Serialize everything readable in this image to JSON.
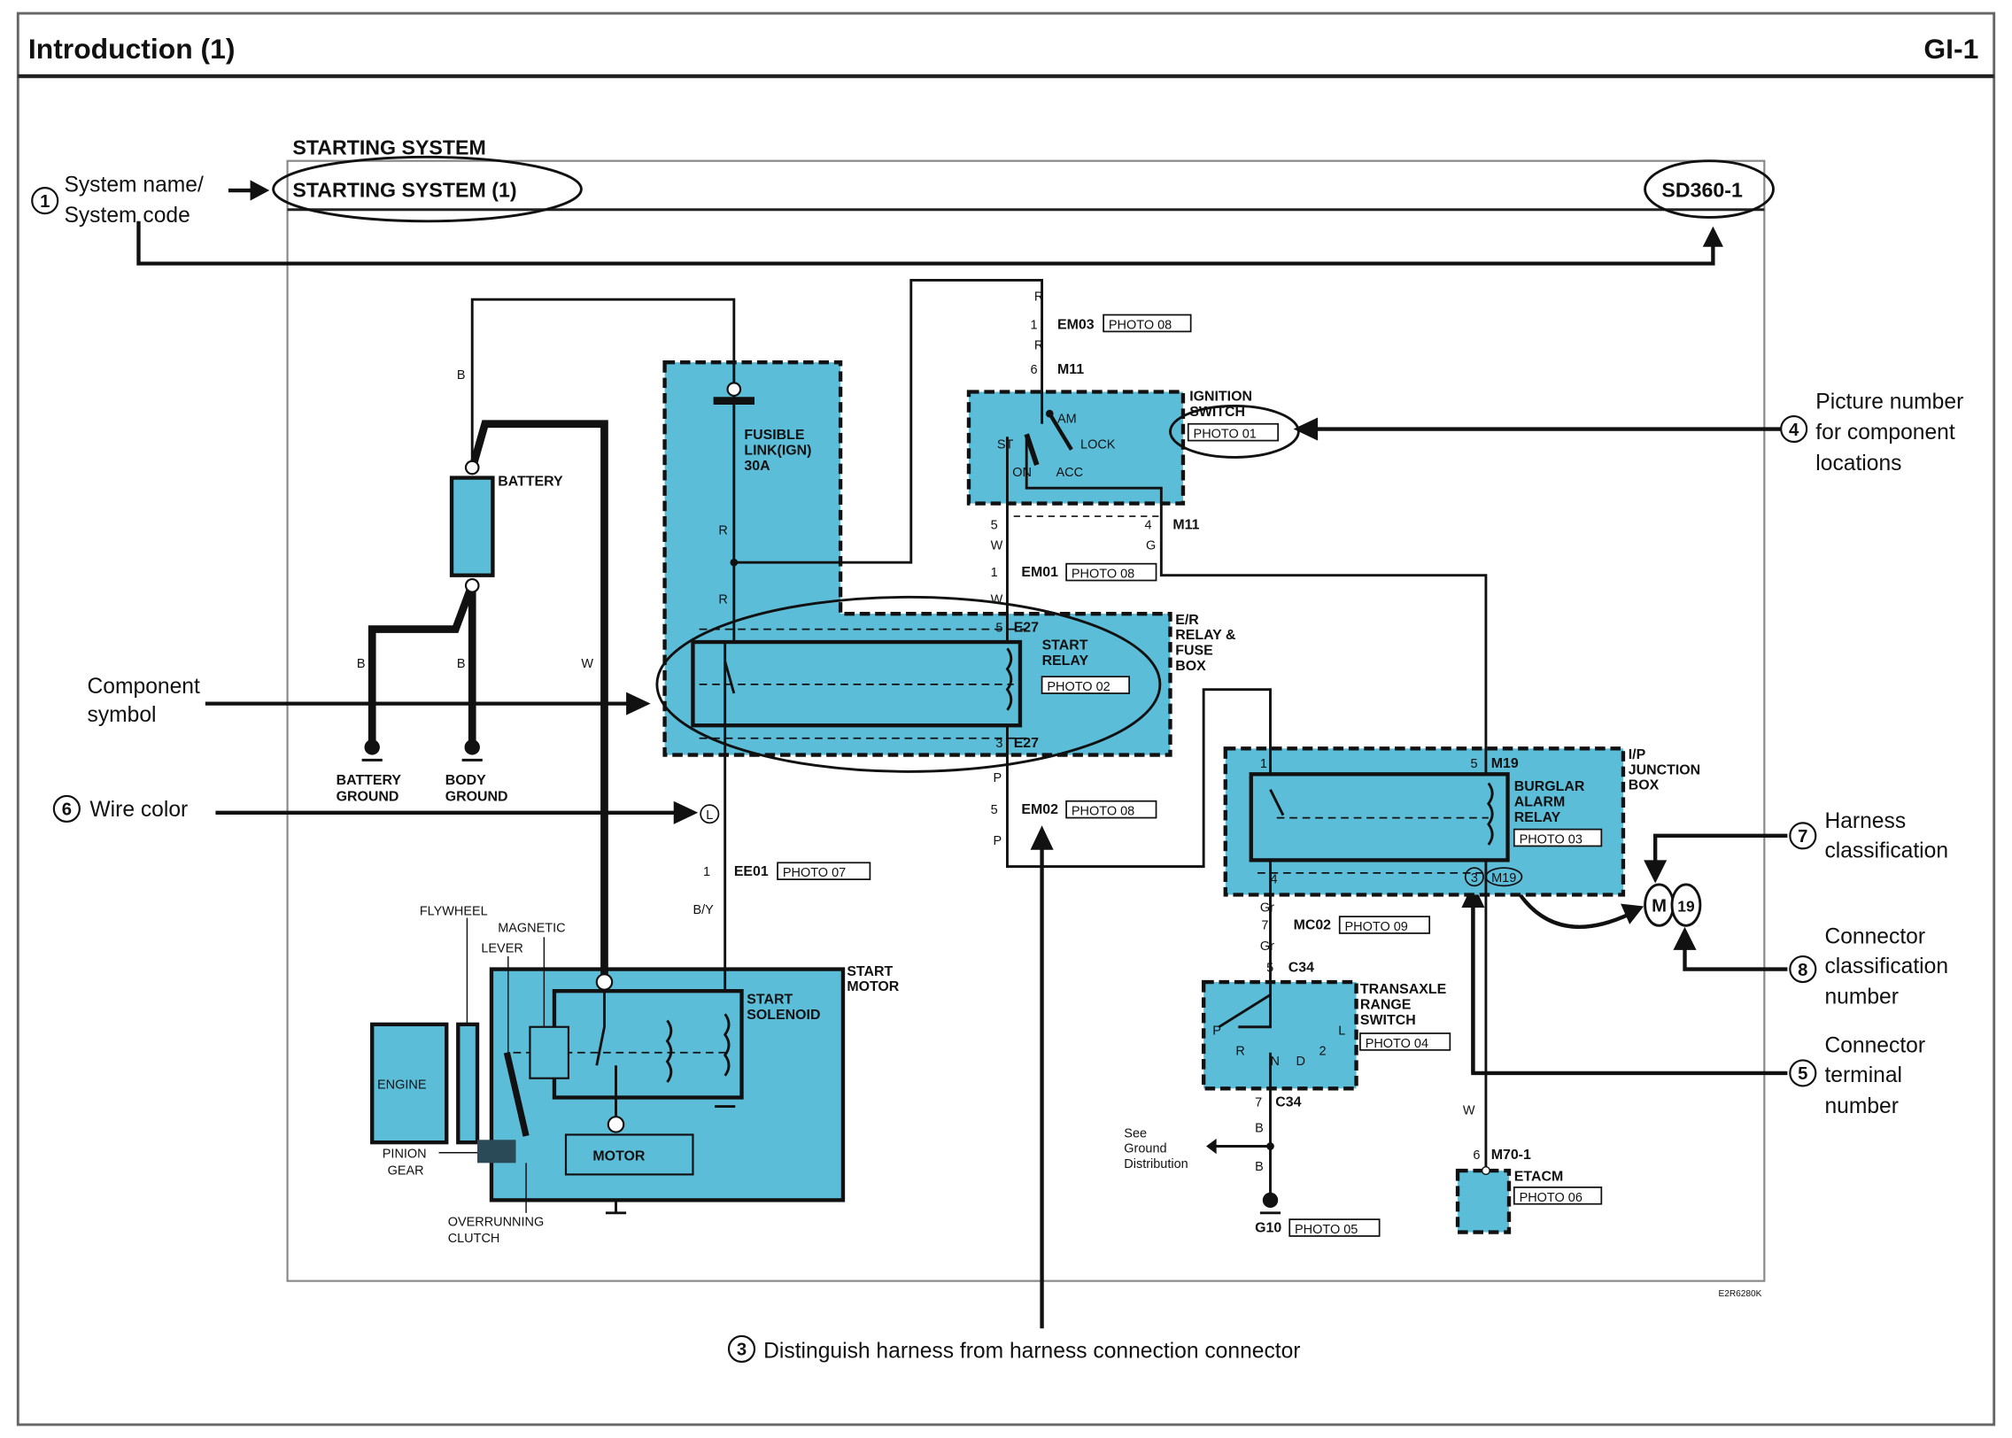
{
  "header": {
    "title": "Introduction (1)",
    "page_code": "GI-1"
  },
  "diagram": {
    "section_title": "STARTING SYSTEM",
    "system_name": "STARTING SYSTEM (1)",
    "system_code": "SD360-1",
    "figure_code": "E2R6280K",
    "fill_color": "#5cbdd9"
  },
  "callouts": {
    "c1": {
      "num": "1",
      "line1": "System name/",
      "line2": "System code"
    },
    "c2": {
      "line1": "Component",
      "line2": "symbol"
    },
    "c3": {
      "num": "3",
      "text": "Distinguish harness from harness connection connector"
    },
    "c4": {
      "num": "4",
      "line1": "Picture number",
      "line2": "for component",
      "line3": "locations"
    },
    "c5": {
      "num": "5",
      "line1": "Connector",
      "line2": "terminal",
      "line3": "number"
    },
    "c6": {
      "num": "6",
      "text": "Wire color",
      "sample": "L"
    },
    "c7": {
      "num": "7",
      "line1": "Harness",
      "line2": "classification"
    },
    "c8": {
      "num": "8",
      "line1": "Connector",
      "line2": "classification",
      "line3": "number"
    },
    "m19": {
      "m": "M",
      "n": "19"
    }
  },
  "components": {
    "battery": "BATTERY",
    "battery_ground": [
      "BATTERY",
      "GROUND"
    ],
    "body_ground": [
      "BODY",
      "GROUND"
    ],
    "fusible_link": [
      "FUSIBLE",
      "LINK(IGN)",
      "30A"
    ],
    "start_relay": [
      "START",
      "RELAY"
    ],
    "er_box": [
      "E/R",
      "RELAY &",
      "FUSE",
      "BOX"
    ],
    "ignition_switch": [
      "IGNITION",
      "SWITCH"
    ],
    "ign_positions": {
      "am": "AM",
      "st": "ST",
      "lock": "LOCK",
      "on": "ON",
      "acc": "ACC"
    },
    "burglar_relay": [
      "BURGLAR",
      "ALARM",
      "RELAY"
    ],
    "ip_box": [
      "I/P",
      "JUNCTION",
      "BOX"
    ],
    "transaxle": [
      "TRANSAXLE",
      "RANGE",
      "SWITCH"
    ],
    "trans_positions": {
      "p": "P",
      "r": "R",
      "n": "N",
      "d": "D",
      "two": "2",
      "l": "L"
    },
    "etacm": "ETACM",
    "start_motor": [
      "START",
      "MOTOR"
    ],
    "start_solenoid": [
      "START",
      "SOLENOID"
    ],
    "motor": "MOTOR",
    "engine": "ENGINE",
    "flywheel": "FLYWHEEL",
    "magnetic": "MAGNETIC",
    "lever": "LEVER",
    "pinion": [
      "PINION",
      "GEAR"
    ],
    "overrunning": [
      "OVERRUNNING",
      "CLUTCH"
    ],
    "see_ground": [
      "See",
      "Ground",
      "Distribution"
    ],
    "g10": "G10"
  },
  "connectors": {
    "em03": {
      "pin": "1",
      "id": "EM03",
      "photo": "PHOTO 08"
    },
    "m11_top": {
      "pin": "6",
      "id": "M11"
    },
    "m11_s": {
      "pin": "5"
    },
    "m11_g": {
      "pin": "4",
      "id": "M11"
    },
    "em01": {
      "pin": "1",
      "id": "EM01",
      "photo": "PHOTO 08"
    },
    "e27_top": {
      "pin": "5",
      "id": "E27"
    },
    "e27_bot": {
      "pin": "3",
      "id": "E27"
    },
    "start_relay_photo": "PHOTO 02",
    "em02": {
      "pin": "5",
      "id": "EM02",
      "photo": "PHOTO 08"
    },
    "ee01": {
      "pin": "1",
      "id": "EE01",
      "photo": "PHOTO 07"
    },
    "m19_top": {
      "pin1": "1",
      "pin5": "5",
      "id": "M19"
    },
    "m19_bot": {
      "pin4": "4",
      "pin": "3",
      "id": "M19"
    },
    "burglar_photo": "PHOTO 03",
    "mc02": {
      "pin": "7",
      "id": "MC02",
      "photo": "PHOTO 09"
    },
    "c34_top": {
      "pin": "5",
      "id": "C34"
    },
    "c34_bot": {
      "pin": "7",
      "id": "C34"
    },
    "transaxle_photo": "PHOTO 04",
    "m70": {
      "pin": "6",
      "id": "M70-1"
    },
    "etacm_photo": "PHOTO 06",
    "g10_photo": "PHOTO 05",
    "ign_photo": "PHOTO 01"
  },
  "wire_colors": {
    "b1": "B",
    "b2": "B",
    "b3": "B",
    "w1": "W",
    "r1": "R",
    "r2": "R",
    "r3": "R",
    "r4": "R",
    "w2": "W",
    "w3": "W",
    "g1": "G",
    "p1": "P",
    "p2": "P",
    "by": "B/Y",
    "gr1": "Gr",
    "gr2": "Gr",
    "b4": "B",
    "b5": "B",
    "w4": "W"
  }
}
